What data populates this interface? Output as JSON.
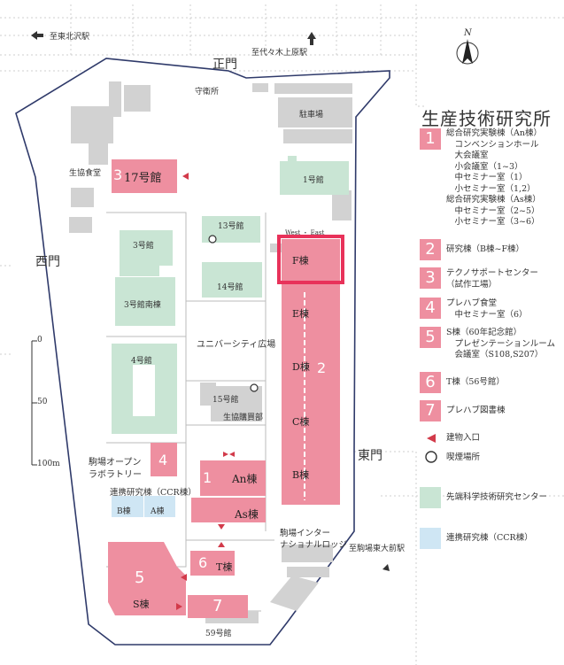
{
  "legend": {
    "title": "生産技術研究所",
    "items": [
      {
        "num": "1",
        "text": "総合研究実験棟（An棟）\n　コンベンションホール\n　大会議室\n　小会議室（1~3）\n　中セミナー室（1）\n　小セミナー室（1,2）\n総合研究実験棟（As棟）\n　中セミナー室（2~5）\n　小セミナー室（3~6）"
      },
      {
        "num": "2",
        "text": "研究棟（B棟~F棟）"
      },
      {
        "num": "3",
        "text": "テクノサポートセンター\n（試作工場）"
      },
      {
        "num": "4",
        "text": "プレハブ食堂\n　中セミナー室（6）"
      },
      {
        "num": "5",
        "text": "S棟（60年記念館）\n　プレゼンテーションルーム\n　会議室（S108,S207）"
      },
      {
        "num": "6",
        "text": "T棟（56号館）"
      },
      {
        "num": "7",
        "text": "プレハブ図書棟"
      }
    ],
    "entrance_label": "建物入口",
    "smoking_label": "喫煙場所",
    "green_label": "先端科学技術研究センター",
    "blue_label": "連携研究棟（CCR棟）"
  },
  "colors": {
    "pink": "#ee8fa0",
    "green": "#c9e5d4",
    "blue": "#cfe6f4",
    "gray": "#d4d4d4",
    "highlight": "#e8325a",
    "road": "#2f3a6a"
  },
  "gates": {
    "north": "正門",
    "west": "西門",
    "east": "東門"
  },
  "stations": {
    "higashikitazawa": "至東北沢駅",
    "yoyogiuehara": "至代々木上原駅",
    "komabatodaimae": "至駒場東大前駅"
  },
  "compass": "N",
  "scale": {
    "ticks": [
      "0",
      "50",
      "100m"
    ]
  },
  "buildings": {
    "guard": "守衛所",
    "parking": "駐車場",
    "coop_cafeteria": "生協食堂",
    "b17": "17号館",
    "b1": "1号館",
    "b13": "13号館",
    "b14": "14号館",
    "b3": "3号館",
    "b3s": "3号館南棟",
    "b4": "4号館",
    "plaza": "ユニバーシティ広場",
    "b15": "15号館",
    "coop_store": "生協購買部",
    "open_lab": "駒場オープン\nラボラトリー",
    "ccr": "連携研究棟（CCR棟）",
    "ccr_b": "B棟",
    "ccr_a": "A棟",
    "an": "An棟",
    "as": "As棟",
    "t": "T棟",
    "s": "S棟",
    "b59": "59号館",
    "intl": "駒場インター\nナショナルロッジ",
    "west_label": "West",
    "east_label": "East",
    "bF": "F棟",
    "bE": "E棟",
    "bD": "D棟",
    "bC": "C棟",
    "bB": "B棟"
  }
}
